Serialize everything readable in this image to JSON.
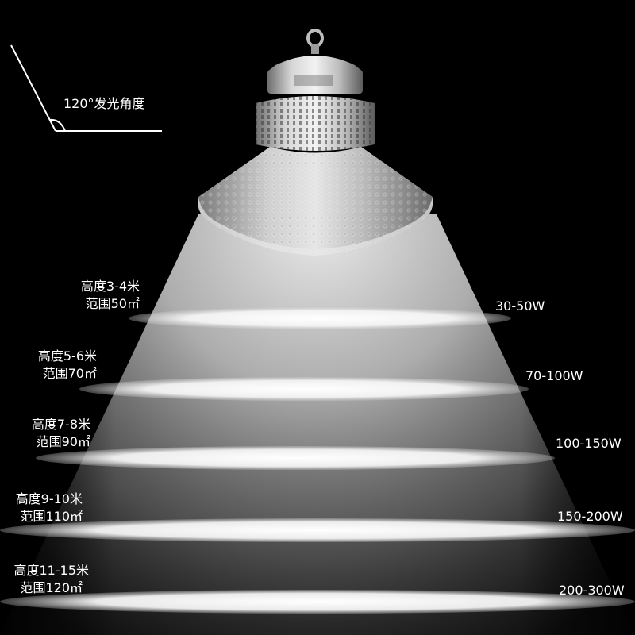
{
  "angle_caption": "120°发光角度",
  "levels": [
    {
      "height": "高度3-4米",
      "range": "范围50㎡",
      "power": "30-50W"
    },
    {
      "height": "高度5-6米",
      "range": "范围70㎡",
      "power": "70-100W"
    },
    {
      "height": "高度7-8米",
      "range": "范围90㎡",
      "power": "100-150W"
    },
    {
      "height": "高度9-10米",
      "range": "范围110㎡",
      "power": "150-200W"
    },
    {
      "height": "高度11-15米",
      "range": "范围120㎡",
      "power": "200-300W"
    }
  ],
  "colors": {
    "background": "#000000",
    "beam": "#ffffff",
    "lamp_metal": "#c8c8c8",
    "text": "#ffffff"
  }
}
